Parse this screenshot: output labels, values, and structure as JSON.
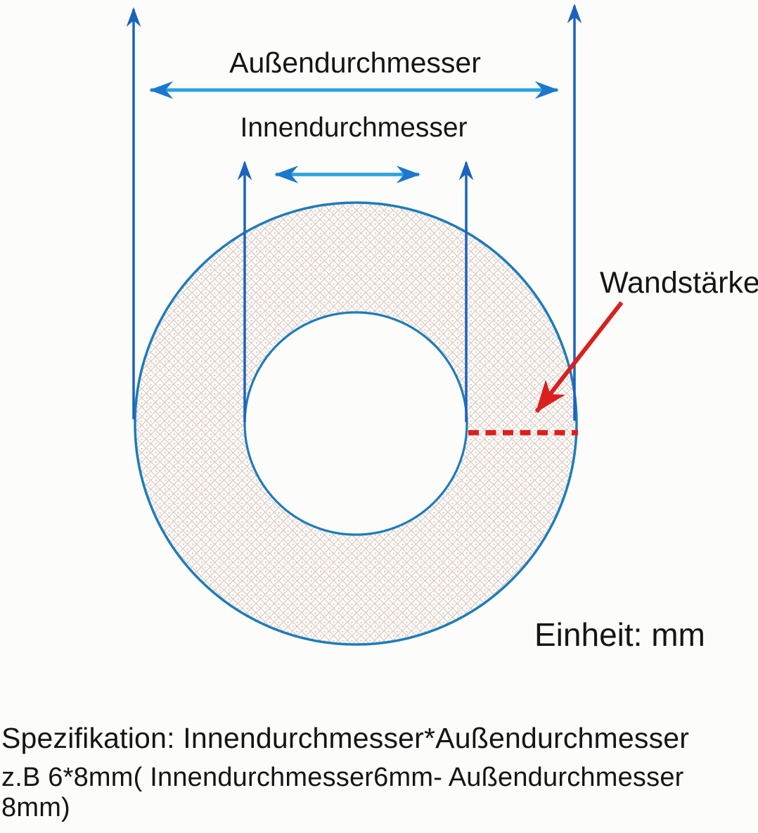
{
  "diagram": {
    "labels": {
      "outer_diameter": "Außendurchmesser",
      "inner_diameter": "Innendurchmesser",
      "wall_thickness": "Wandstärke",
      "unit": "Einheit: mm"
    },
    "specification": {
      "line1": "Spezifikation: Innendurchmesser*Außendurchmesser",
      "line2": "z.B 6*8mm( Innendurchmesser6mm- Außendurchmesser 8mm)"
    }
  },
  "colors": {
    "bg": "#fcfcfa",
    "text": "#151515",
    "guide-blue": "#1b62c0",
    "dim-blue": "#2ba2de",
    "dim-blue-head": "#1d78cc",
    "circle-blue": "#1d7cba",
    "hatch-line": "#dbc9c2",
    "hatch-dot": "#c08a7c",
    "red": "#da1f1f"
  }
}
